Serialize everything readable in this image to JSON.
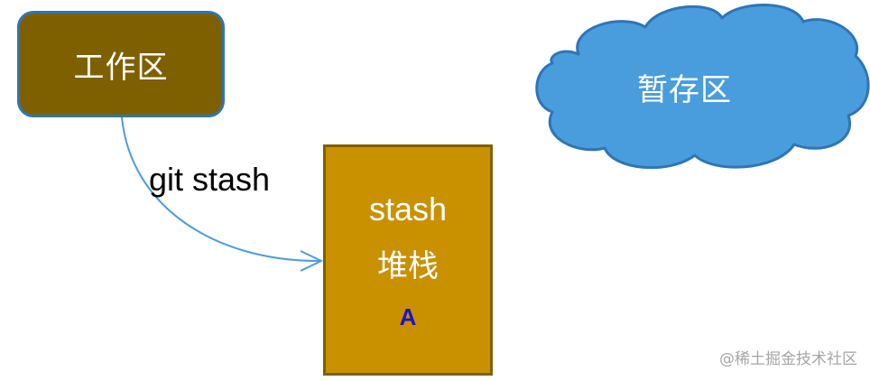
{
  "workspace": {
    "label": "工作区"
  },
  "command": {
    "label": "git stash"
  },
  "stash": {
    "title": "stash",
    "subtitle": "堆栈",
    "item": "A"
  },
  "staging_area": {
    "label": "暂存区"
  },
  "watermark": {
    "text": "@稀土掘金技术社区"
  },
  "colors": {
    "workspace_fill": "#7f6000",
    "workspace_border": "#2e75b6",
    "stash_fill": "#c99000",
    "stash_border": "#7f6000",
    "cloud_fill": "#4a9ddc",
    "cloud_border": "#2e75b6",
    "arrow": "#4a9ddc",
    "item_text": "#1d12c9"
  }
}
